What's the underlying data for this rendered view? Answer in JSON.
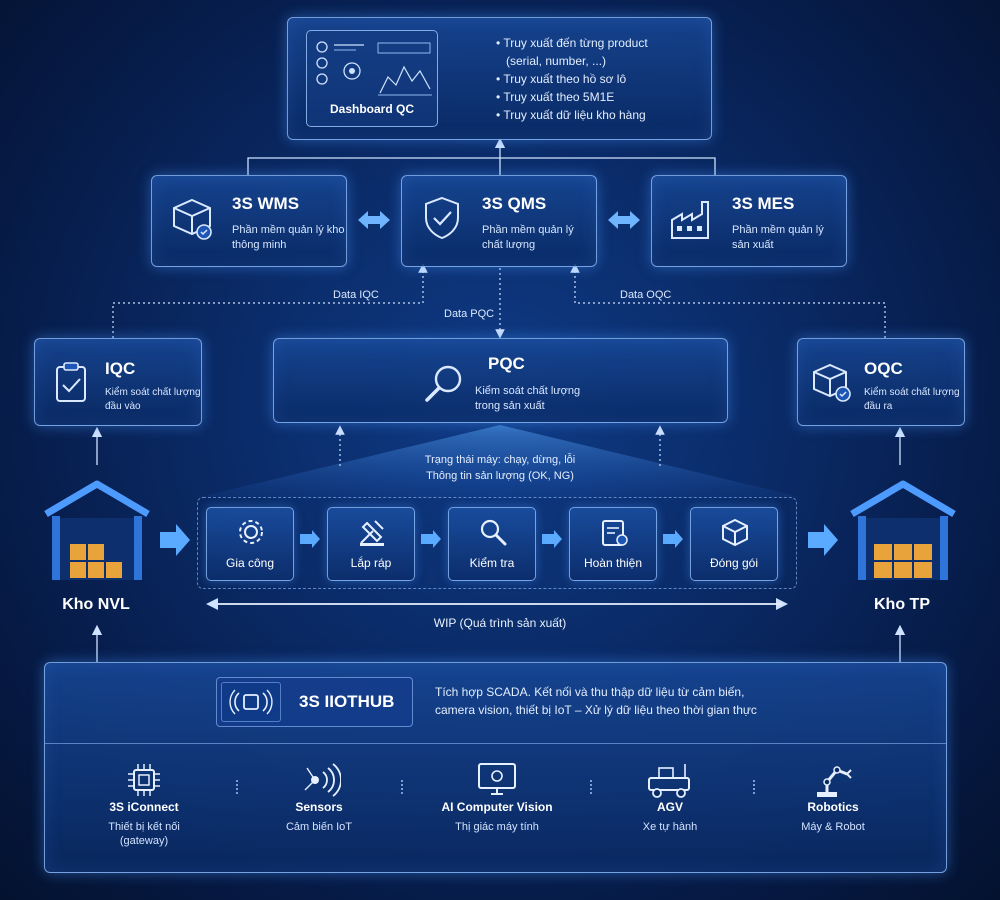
{
  "dashboard": {
    "title": "Dashboard QC",
    "bullets": [
      "Truy xuất đến từng product",
      "(serial, number, ...)",
      "Truy xuất theo hồ sơ lô",
      "Truy xuất theo 5M1E",
      "Truy xuất dữ liệu kho hàng"
    ]
  },
  "systems": {
    "wms": {
      "title": "3S WMS",
      "line1": "Phần mềm quản lý kho",
      "line2": "thông minh"
    },
    "qms": {
      "title": "3S QMS",
      "line1": "Phần mềm quản lý",
      "line2": "chất lượng"
    },
    "mes": {
      "title": "3S MES",
      "line1": "Phần mềm quản lý",
      "line2": "sản xuất"
    }
  },
  "flows": {
    "iqc": "Data IQC",
    "pqc": "Data PQC",
    "oqc": "Data OQC"
  },
  "qc": {
    "iqc": {
      "title": "IQC",
      "line1": "Kiểm soát chất lượng",
      "line2": "đầu vào"
    },
    "pqc": {
      "title": "PQC",
      "line1": "Kiểm soát chất lượng",
      "line2": "trong sản xuất"
    },
    "oqc": {
      "title": "OQC",
      "line1": "Kiểm soát chất lượng",
      "line2": "đầu ra"
    }
  },
  "machine_info": {
    "line1": "Trạng thái máy: chạy, dừng, lỗi",
    "line2": "Thông tin sản lượng (OK, NG)"
  },
  "warehouses": {
    "left": "Kho NVL",
    "right": "Kho TP"
  },
  "steps": [
    "Gia công",
    "Lắp ráp",
    "Kiểm tra",
    "Hoàn thiện",
    "Đóng gói"
  ],
  "wip": "WIP (Quá trình sản xuất)",
  "iiot": {
    "title": "3S IIOTHUB",
    "desc1": "Tích hợp SCADA. Kết nối và thu thập dữ liệu từ cảm biến,",
    "desc2": "camera vision, thiết bị IoT – Xử lý dữ liệu theo thời gian thực"
  },
  "devices": [
    {
      "name": "3S iConnect",
      "desc1": "Thiết bị kết nối",
      "desc2": "(gateway)"
    },
    {
      "name": "Sensors",
      "desc1": "Cảm biến IoT",
      "desc2": ""
    },
    {
      "name": "AI Computer Vision",
      "desc1": "Thị giác máy tính",
      "desc2": ""
    },
    {
      "name": "AGV",
      "desc1": "Xe tự hành",
      "desc2": ""
    },
    {
      "name": "Robotics",
      "desc1": "Máy & Robot",
      "desc2": ""
    }
  ],
  "colors": {
    "accent": "#4aa3ff",
    "box_border": "#96c3ff",
    "crate": "#e8a33a"
  }
}
